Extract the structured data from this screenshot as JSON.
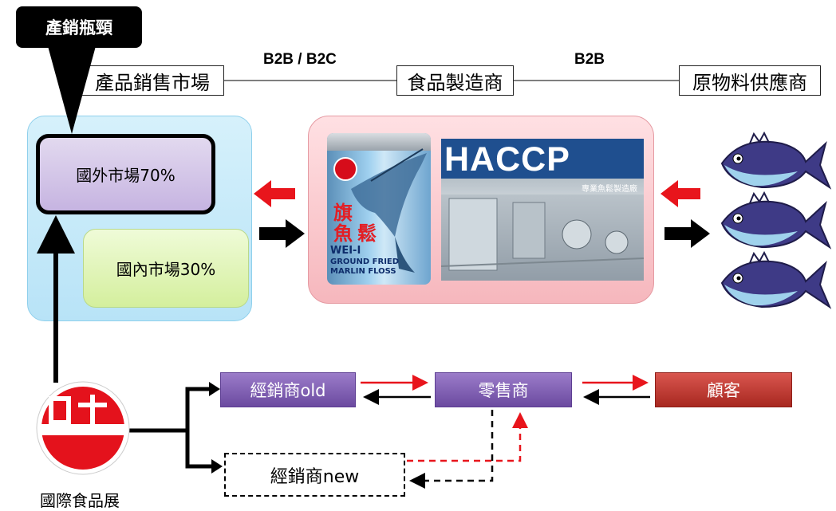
{
  "callout": {
    "label": "產銷瓶頸"
  },
  "header": {
    "market": "產品銷售市場",
    "manufacturer": "食品製造商",
    "supplier": "原物料供應商",
    "link_left": "B2B / B2C",
    "link_right": "B2B"
  },
  "markets": {
    "foreign": "國外市場70%",
    "domestic": "國內市場30%"
  },
  "product": {
    "can_chinese": [
      "旗",
      "魚",
      "鬆"
    ],
    "can_brand": "WEI-I",
    "can_english_1": "GROUND FRIED",
    "can_english_2": "MARLIN FLOSS",
    "certificate": "HACCP",
    "certificate_sub": "專業魚鬆製造廠"
  },
  "channel": {
    "distributor_old": "經銷商old",
    "retailer": "零售商",
    "customer": "顧客",
    "distributor_new": "經銷商new",
    "food_expo": "國際食品展"
  },
  "colors": {
    "red_arrow": "#e8151c",
    "purple_box": "#7a58b0",
    "red_box": "#c0392b",
    "brand_red": "#d60c1a"
  }
}
